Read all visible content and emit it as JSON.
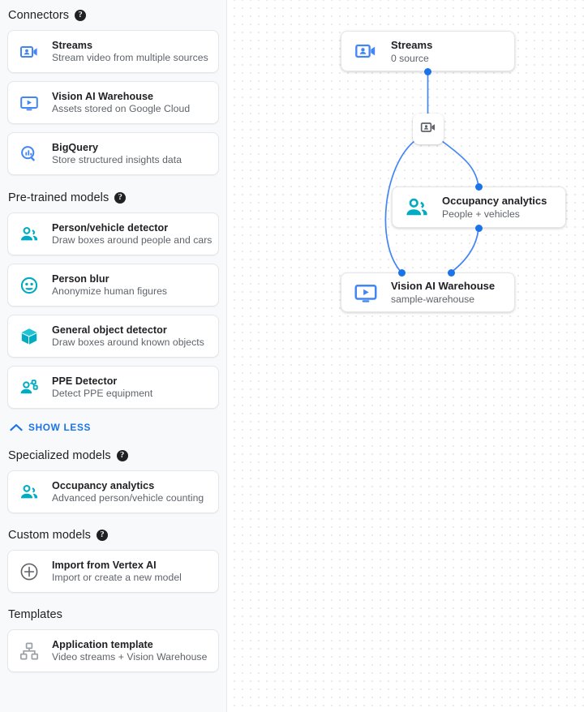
{
  "sidebar": {
    "sections": [
      {
        "id": "connectors",
        "title": "Connectors",
        "has_help": true,
        "help_glyph": "?",
        "items": [
          {
            "icon": "streams-camera-icon",
            "title": "Streams",
            "subtitle": "Stream video from multiple sources",
            "color": "#4285f4"
          },
          {
            "icon": "vision-warehouse-monitor-icon",
            "title": "Vision AI Warehouse",
            "subtitle": "Assets stored on Google Cloud",
            "color": "#4285f4"
          },
          {
            "icon": "bigquery-search-icon",
            "title": "BigQuery",
            "subtitle": "Store structured insights data",
            "color": "#4285f4"
          }
        ]
      },
      {
        "id": "pretrained",
        "title": "Pre-trained models",
        "has_help": true,
        "help_glyph": "?",
        "items": [
          {
            "icon": "person-vehicle-detector-icon",
            "title": "Person/vehicle detector",
            "subtitle": "Draw boxes around people and cars",
            "color": "#00acc1"
          },
          {
            "icon": "person-blur-face-icon",
            "title": "Person blur",
            "subtitle": "Anonymize human figures",
            "color": "#00acc1"
          },
          {
            "icon": "general-object-cube-icon",
            "title": "General object detector",
            "subtitle": "Draw boxes around known objects",
            "color": "#00acc1"
          },
          {
            "icon": "ppe-detector-icon",
            "title": "PPE Detector",
            "subtitle": "Detect PPE equipment",
            "color": "#00acc1"
          }
        ]
      },
      {
        "id": "specialized",
        "title": "Specialized models",
        "has_help": true,
        "help_glyph": "?",
        "items": [
          {
            "icon": "occupancy-analytics-people-icon",
            "title": "Occupancy analytics",
            "subtitle": "Advanced person/vehicle counting",
            "color": "#00acc1"
          }
        ]
      },
      {
        "id": "custom",
        "title": "Custom models",
        "has_help": true,
        "help_glyph": "?",
        "items": [
          {
            "icon": "plus-circle-icon",
            "title": "Import from Vertex AI",
            "subtitle": "Import or create a new model",
            "color": "#5f6368"
          }
        ]
      },
      {
        "id": "templates",
        "title": "Templates",
        "has_help": false,
        "help_glyph": "",
        "items": [
          {
            "icon": "application-template-hierarchy-icon",
            "title": "Application template",
            "subtitle": "Video streams + Vision Warehouse",
            "color": "#9aa0a6"
          }
        ]
      }
    ],
    "show_less_label": "SHOW LESS",
    "show_less_icon": "chevron-up-icon"
  },
  "canvas": {
    "nodes": [
      {
        "id": "streams",
        "icon": "streams-camera-icon",
        "title": "Streams",
        "subtitle": "0 source",
        "color": "#4285f4"
      },
      {
        "id": "occupancy",
        "icon": "occupancy-analytics-people-icon",
        "title": "Occupancy analytics",
        "subtitle": "People + vehicles",
        "color": "#00acc1"
      },
      {
        "id": "warehouse",
        "icon": "vision-warehouse-monitor-icon",
        "title": "Vision AI Warehouse",
        "subtitle": "sample-warehouse",
        "color": "#4285f4"
      }
    ],
    "badge": {
      "icon": "stream-badge-camera-icon"
    },
    "edge_color": "#4285f4",
    "port_color": "#1a73e8",
    "grid_dot_color": "#e6e6e6"
  },
  "theme": {
    "sidebar_bg": "#f8f9fa",
    "canvas_bg": "#ffffff",
    "accent_blue": "#1a73e8",
    "accent_teal": "#00acc1",
    "text_primary": "#202124",
    "text_secondary": "#5f6368"
  }
}
